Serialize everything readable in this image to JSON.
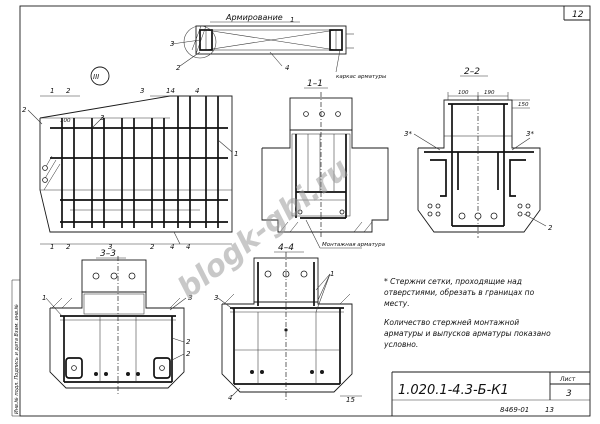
{
  "sheet": {
    "page_number": "12",
    "title_top": "Армирование",
    "section_roman": "III",
    "drawing_code": "1.020.1-4.3-Б-К1",
    "sheet_label": "Лист",
    "sheet_number": "3",
    "footer_number": "8469-01",
    "footer_page": "13",
    "left_margin_text": "Инв.№ подл.  Подпись и дата  Взам. инв.№"
  },
  "watermark": "blogk-gbi.ru",
  "sections": {
    "s11": "1–1",
    "s22": "2–2",
    "s33": "3–3",
    "s44": "4–4"
  },
  "labels": {
    "bracket_rebar_top": "каркас арматуры",
    "bracket_rebar_mid": "Монтажная арматура",
    "dim_100": "100",
    "dim_190": "190",
    "dim_150": "150",
    "c1": "1",
    "c2": "2",
    "c3": "3",
    "c4": "4",
    "c3star": "3*",
    "c14": "14",
    "c15": "15"
  },
  "notes": {
    "note1": "* Стержни сетки, проходящие над отверстиями, обрезать в границах по месту.",
    "note2": "Количество стержней монтажной арматуры и выпусков арматуры показано условно."
  }
}
